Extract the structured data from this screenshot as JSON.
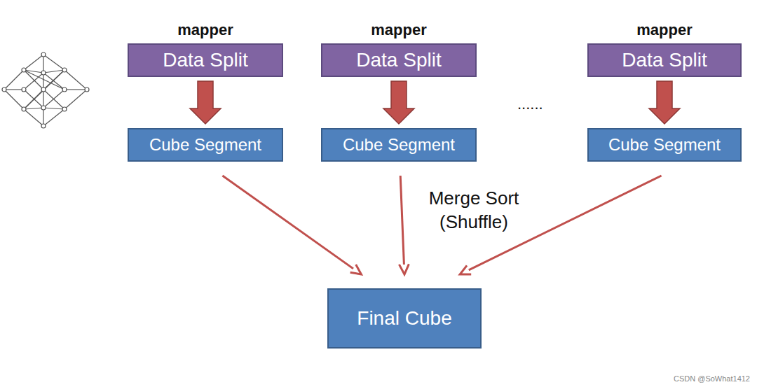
{
  "diagram": {
    "nodes": [
      {
        "text": [
          "mapper",
          "Data Split"
        ]
      },
      {
        "text": [
          "mapper",
          "Data Split"
        ]
      },
      {
        "text": [
          "mapper",
          "Data Split"
        ]
      },
      {
        "text": [
          "Cube Segment"
        ]
      },
      {
        "text": [
          "Cube Segment"
        ]
      },
      {
        "text": [
          "Cube Segment"
        ]
      },
      {
        "text": [
          "Final Cube"
        ]
      }
    ],
    "edges": [
      {
        "from": 0,
        "to": 3,
        "arrow": "to"
      },
      {
        "from": 1,
        "to": 4,
        "arrow": "to"
      },
      {
        "from": 2,
        "to": 5,
        "arrow": "to"
      },
      {
        "from": 3,
        "to": 6,
        "arrow": "to"
      },
      {
        "from": 4,
        "to": 6,
        "label": "Merge Sort (Shuffle)",
        "arrow": "to"
      },
      {
        "from": 5,
        "to": 6,
        "arrow": "to"
      }
    ],
    "labels": [
      "......",
      "CSDN @SoWhat1412"
    ]
  }
}
